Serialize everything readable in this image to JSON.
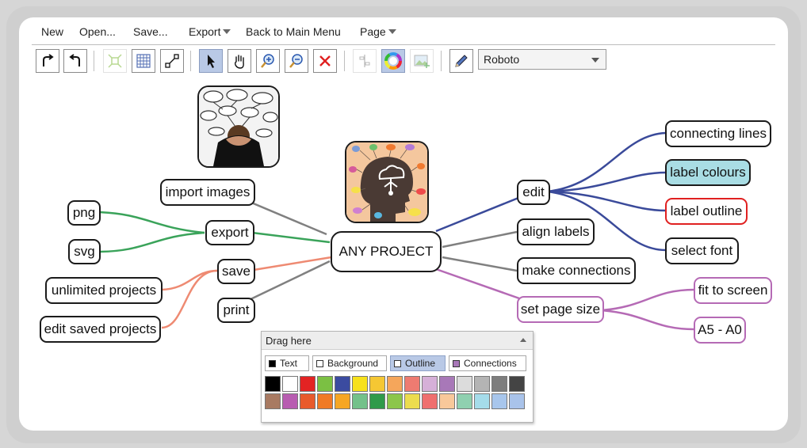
{
  "menu": {
    "new": "New",
    "open": "Open...",
    "save": "Save...",
    "export": "Export",
    "back": "Back to Main Menu",
    "page": "Page"
  },
  "toolbar": {
    "font": "Roboto",
    "icons": [
      "redo-icon",
      "undo-icon",
      "fit-icon",
      "grid-icon",
      "connector-icon",
      "pointer-icon",
      "hand-icon",
      "zoom-in-icon",
      "zoom-out-icon",
      "delete-icon",
      "align-icon",
      "color-wheel-icon",
      "image-icon",
      "pencil-icon"
    ]
  },
  "nodes": {
    "center": "ANY PROJECT",
    "import_images": "import images",
    "export": "export",
    "png": "png",
    "svg": "svg",
    "save": "save",
    "unlimited": "unlimited projects",
    "edit_saved": "edit saved projects",
    "print": "print",
    "edit": "edit",
    "connecting_lines": "connecting lines",
    "label_colours": "label colours",
    "label_outline": "label outline",
    "select_font": "select font",
    "align_labels": "align labels",
    "make_connections": "make connections",
    "set_page_size": "set page size",
    "fit_to_screen": "fit to screen",
    "a5_a0": "A5 - A0"
  },
  "colors": {
    "blue_branch": "#3a4a9a",
    "green_branch": "#3aa35a",
    "salmon_branch": "#ee8a72",
    "purple_branch": "#b56ab5",
    "gray_branch": "#808080",
    "label_colours_fill": "#a9dde4",
    "label_outline_border": "#e02020"
  },
  "palette": {
    "title": "Drag here",
    "tabs": [
      "Text",
      "Background",
      "Outline",
      "Connections"
    ],
    "active_tab": "Outline",
    "row1": [
      "#000000",
      "#ffffff",
      "#e32323",
      "#7bc043",
      "#3b4ba0",
      "#f7e11b",
      "#f5c733",
      "#f5a65b",
      "#ee7b71",
      "#d6b0d8",
      "#a878b8",
      "#dcdcdc",
      "#b4b4b4",
      "#7d7d7d",
      "#444444"
    ],
    "row2": [
      "#a87a62",
      "#b85db1",
      "#e85a2c",
      "#f07a25",
      "#f6a623",
      "#74c18a",
      "#2f9a4a",
      "#8cc64a",
      "#ecdc4e",
      "#ef6f6f",
      "#f8c89a",
      "#8fd0b0",
      "#a5dcea",
      "#a8c6ec",
      "#a9c3ea"
    ]
  }
}
